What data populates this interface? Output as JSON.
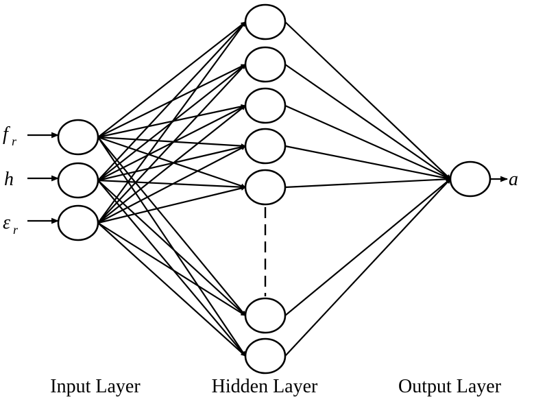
{
  "inputs": [
    {
      "symbol": "f",
      "subscript": "r"
    },
    {
      "symbol": "h",
      "subscript": ""
    },
    {
      "symbol": "ε",
      "subscript": "r"
    }
  ],
  "output": {
    "symbol": "a"
  },
  "layer_labels": {
    "input": "Input Layer",
    "hidden": "Hidden Layer",
    "output": "Output Layer"
  },
  "hidden_visible_count": 7,
  "connectivity": "fully-connected"
}
